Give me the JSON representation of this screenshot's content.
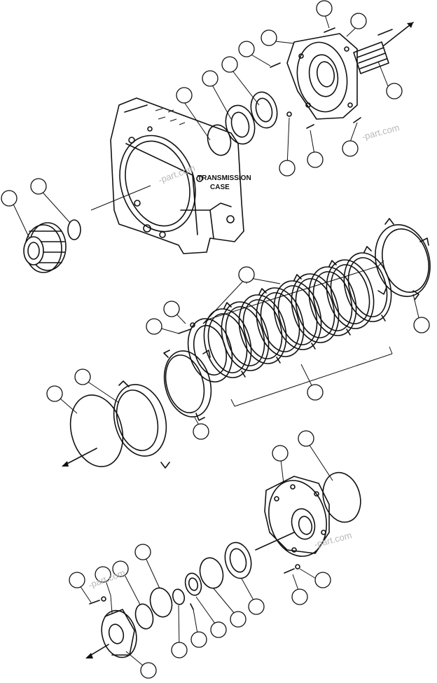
{
  "diagram": {
    "case_label_line1": "TRANSMISSION",
    "case_label_line2": "CASE",
    "watermark": "-part.com"
  }
}
